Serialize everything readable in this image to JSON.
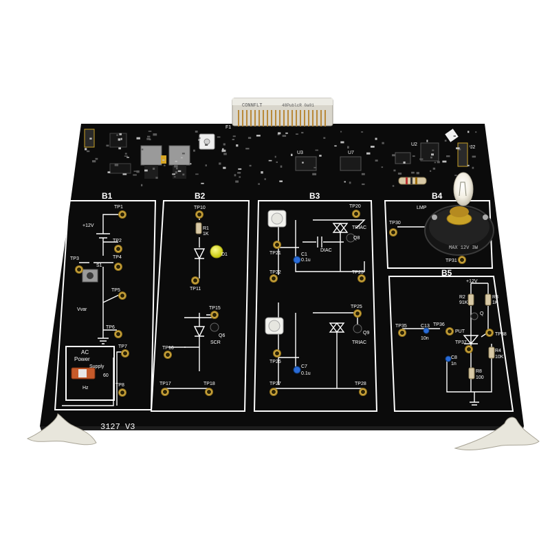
{
  "board": {
    "model": "3127 V3",
    "connector_label": "CONNFLT",
    "connector_sublabel": "48PublcR 0a01"
  },
  "blocks": {
    "b1": {
      "title": "B1",
      "tp1": "TP1",
      "tp2": "TP2",
      "tp3": "TP3",
      "tp4": "TP4",
      "tp5": "TP5",
      "tp6": "TP6",
      "tp7": "TP7",
      "tp8": "TP8",
      "supply": "+12V",
      "s1": "S1",
      "vvar": "Vvar",
      "ac1": "AC",
      "ac2": "Power",
      "ac3": "Supply",
      "hz": "Hz",
      "f60": "60"
    },
    "b2": {
      "title": "B2",
      "tp10": "TP10",
      "tp11": "TP11",
      "tp15": "TP15",
      "tp16": "TP16",
      "tp17": "TP17",
      "tp18": "TP18",
      "r1": "R1",
      "r1v": "1K",
      "d1": "D1",
      "q6": "Q6",
      "scr": "SCR"
    },
    "b3": {
      "title": "B3",
      "tp20": "TP20",
      "tp21": "TP21",
      "tp22": "TP22",
      "tp23": "TP23",
      "tp25": "TP25",
      "tp26": "TP26",
      "tp27": "TP27",
      "tp28": "TP28",
      "triac": "TRIAC",
      "diac": "DIAC",
      "c1": "C1",
      "c1v": "0.1u",
      "c7": "C7",
      "c7v": "0.1u",
      "q9": "Q9",
      "triac2": "TRIAC",
      "q8": "Q8"
    },
    "b4": {
      "title": "B4",
      "tp30": "TP30",
      "tp31": "TP31",
      "lamp": "LMP",
      "lamp_rating": "MAX 12V 3W"
    },
    "b5": {
      "title": "B5",
      "supply": "+12V",
      "tp35": "TP35",
      "tp36": "TP36",
      "tp37": "TP37",
      "tp38": "TP38",
      "c13": "C13",
      "c13v": "10n",
      "r2": "R2",
      "r2v": "91K",
      "r3": "R3",
      "r3v": "1K",
      "q": "Q",
      "put": "PUT",
      "c8": "C8",
      "c8v": "1n",
      "r4": "R4",
      "r4v": "10K",
      "r8": "R8",
      "r8v": "100"
    }
  },
  "chips": {
    "u3": "U3",
    "u7": "U7",
    "u2": "U2",
    "j2": "J2",
    "f1": "F1"
  },
  "colors": {
    "pcb": "#0c0c0c",
    "silkscreen": "#ffffff",
    "pad_gold": "#c9a227",
    "pad_ring": "#8a6a14",
    "led": "#e5e51a",
    "lamp_base": "#1a1a1a",
    "latch": "#e8e6dc"
  }
}
